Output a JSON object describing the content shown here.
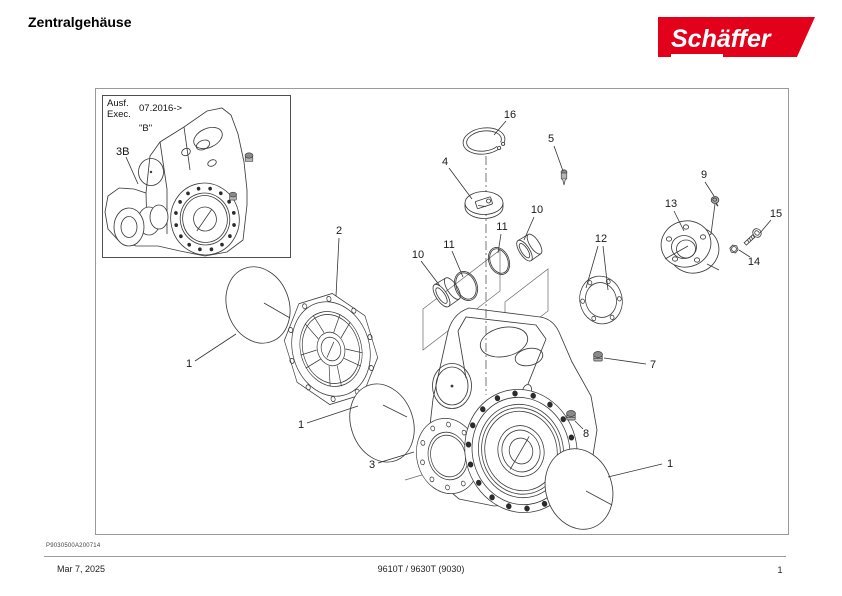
{
  "page": {
    "title": "Zentralgehäuse"
  },
  "logo": {
    "text": "Schäffer",
    "color": "#e2001a",
    "text_color": "#ffffff"
  },
  "inset": {
    "label_de": "Ausf.",
    "label_en": "Exec.",
    "valid_from": "07.2016->",
    "revision": "\"B\"",
    "callout": "3B"
  },
  "callouts": {
    "c1a": "1",
    "c1b": "1",
    "c1c": "1",
    "c2": "2",
    "c3": "3",
    "c4": "4",
    "c5": "5",
    "c7": "7",
    "c8": "8",
    "c9": "9",
    "c10a": "10",
    "c10b": "10",
    "c11a": "11",
    "c11b": "11",
    "c12": "12",
    "c13": "13",
    "c14": "14",
    "c15": "15",
    "c16": "16"
  },
  "footer": {
    "code": "P9030500A200714",
    "date": "Mar 7, 2025",
    "model": "9610T / 9630T (9030)",
    "page_number": "1"
  }
}
